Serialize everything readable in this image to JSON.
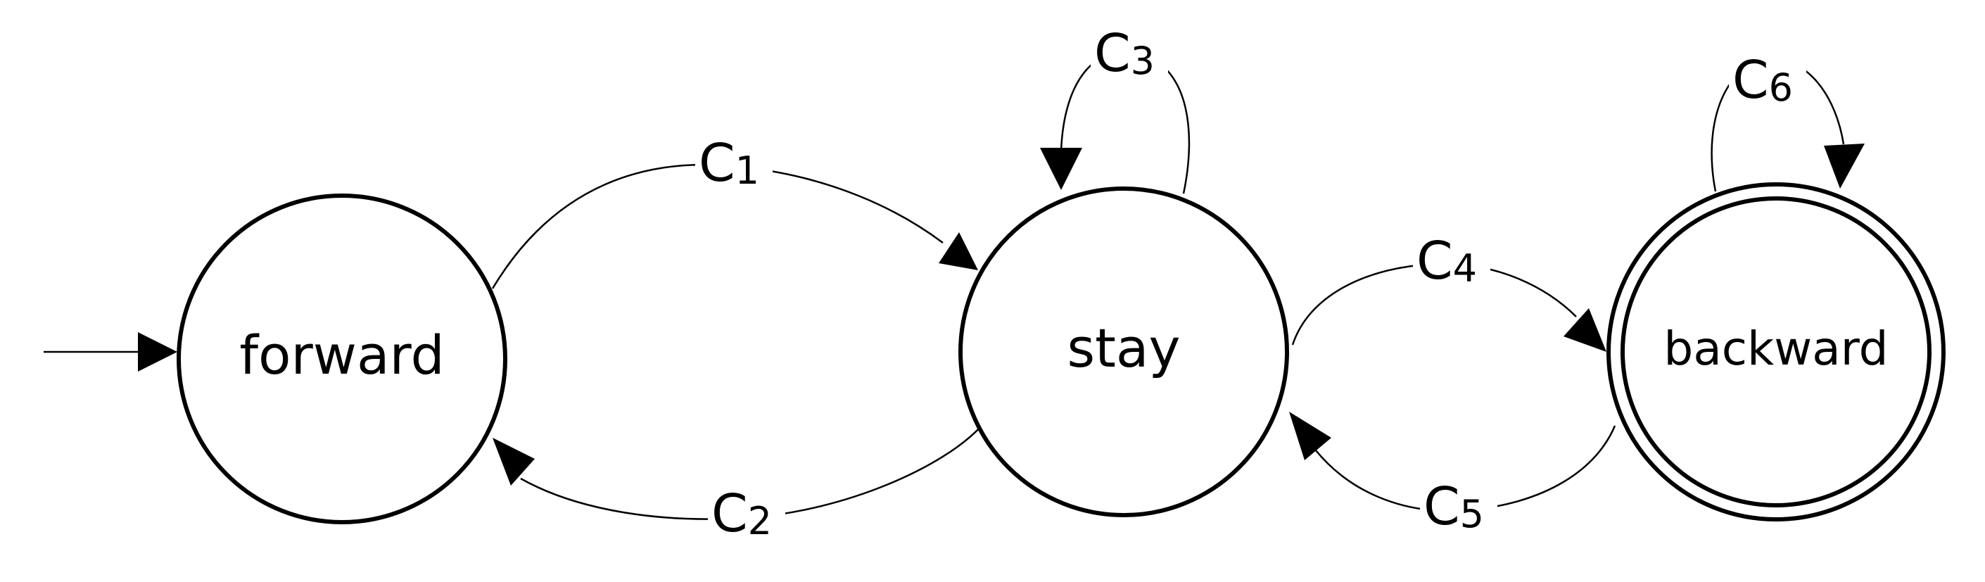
{
  "states": {
    "forward": {
      "label": "forward"
    },
    "stay": {
      "label": "stay"
    },
    "backward": {
      "label": "backward",
      "accepting": true
    }
  },
  "initial_state": "forward",
  "transitions": [
    {
      "id": "c1",
      "from": "forward",
      "to": "stay",
      "label_main": "C",
      "label_sub": "1"
    },
    {
      "id": "c2",
      "from": "stay",
      "to": "forward",
      "label_main": "C",
      "label_sub": "2"
    },
    {
      "id": "c3",
      "from": "stay",
      "to": "stay",
      "label_main": "C",
      "label_sub": "3"
    },
    {
      "id": "c4",
      "from": "stay",
      "to": "backward",
      "label_main": "C",
      "label_sub": "4"
    },
    {
      "id": "c5",
      "from": "backward",
      "to": "stay",
      "label_main": "C",
      "label_sub": "5"
    },
    {
      "id": "c6",
      "from": "backward",
      "to": "backward",
      "label_main": "C",
      "label_sub": "6"
    }
  ]
}
